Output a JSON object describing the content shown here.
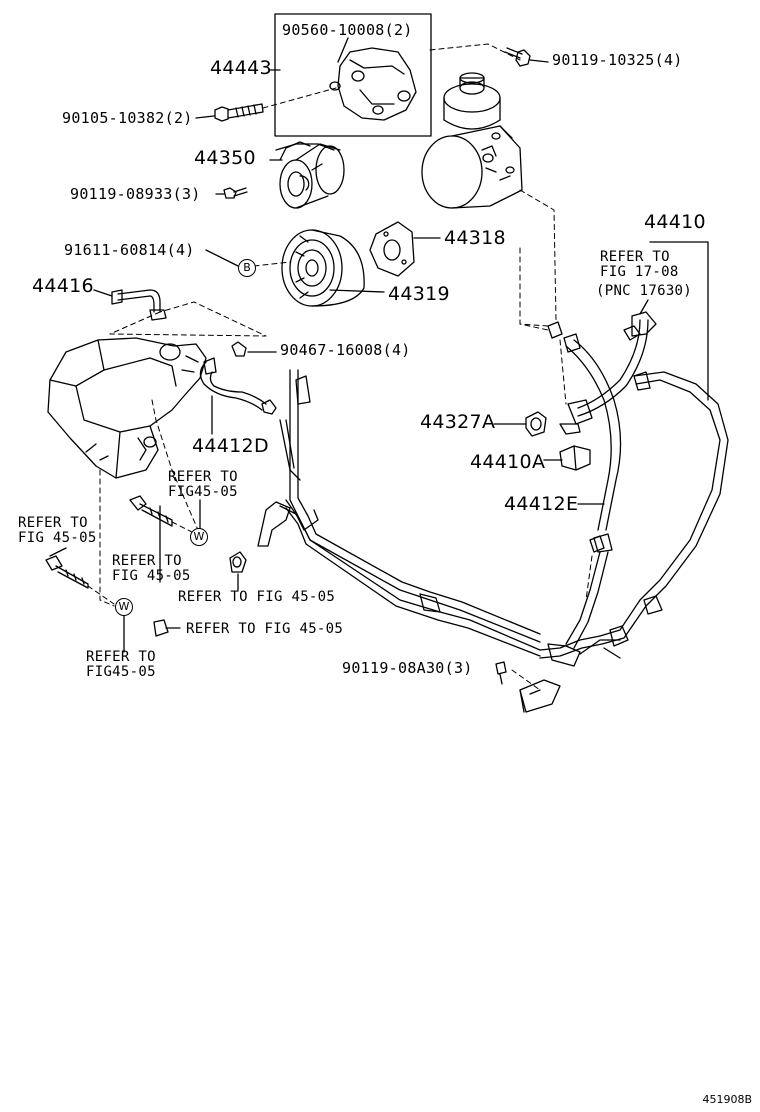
{
  "parts": {
    "p44443": "44443",
    "p90560": "90560-10008(2)",
    "p90105": "90105-10382(2)",
    "p90119a": "90119-10325(4)",
    "p44350": "44350",
    "p90119b": "90119-08933(3)",
    "p91611": "91611-60814(4)",
    "p44318": "44318",
    "p44319": "44319",
    "p44410": "44410",
    "p44416": "44416",
    "p90467": "90467-16008(4)",
    "p44327A": "44327A",
    "p44410A": "44410A",
    "p44412D": "44412D",
    "p44412E": "44412E",
    "p90119c": "90119-08A30(3)"
  },
  "refs": {
    "refer_to": "REFER TO",
    "fig_17_08": "FIG 17-08",
    "pnc_17630": "(PNC 17630)",
    "fig_45_05": "FIG 45-05",
    "fig45_05_tight": "FIG45-05",
    "refer_to_fig_45_05": "REFER TO FIG 45-05"
  },
  "markers": {
    "b": "B",
    "w": "W"
  },
  "diagram_code": "451908B"
}
